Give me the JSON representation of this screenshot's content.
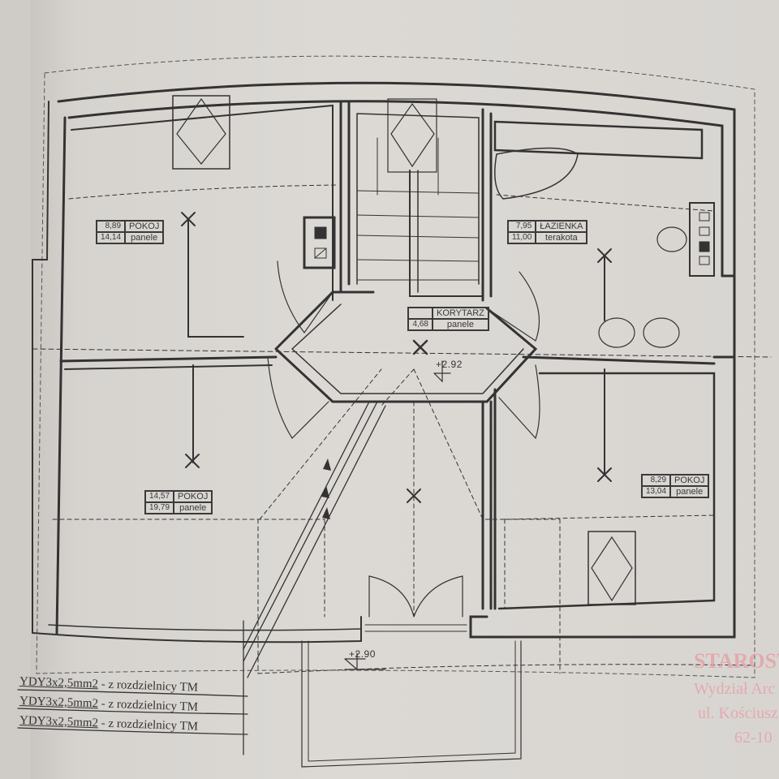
{
  "drawing": {
    "type": "floor-plan-electrical",
    "rooms": [
      {
        "id": "pokoj-top-left",
        "area": "8,89",
        "name": "POKOJ",
        "area2": "14,14",
        "floor": "panele"
      },
      {
        "id": "lazienka",
        "area": "7,95",
        "name": "ŁAZIENKA",
        "area2": "11,00",
        "floor": "terakota"
      },
      {
        "id": "korytarz",
        "area": "",
        "name": "KORYTARZ",
        "area2": "4,68",
        "floor": "panele"
      },
      {
        "id": "pokoj-bottom-left",
        "area": "14,57",
        "name": "POKOJ",
        "area2": "19,79",
        "floor": "panele"
      },
      {
        "id": "pokoj-bottom-right",
        "area": "8,29",
        "name": "POKOJ",
        "area2": "13,04",
        "floor": "panele"
      }
    ],
    "levels": [
      {
        "id": "level-corridor",
        "value": "2.92"
      },
      {
        "id": "level-entrance",
        "value": "2.90"
      }
    ],
    "cables": [
      {
        "spec": "YDY3x2,5mm2",
        "desc": " - z rozdzielnicy TM"
      },
      {
        "spec": "YDY3x2,5mm2",
        "desc": " - z rozdzielnicy TM"
      },
      {
        "spec": "YDY3x2,5mm2",
        "desc": " - z rozdzielnicy TM"
      }
    ],
    "stamp": {
      "line1": "STAROST",
      "line2": "Wydział Arc",
      "line3": "ul. Kościusz",
      "line4": "62-10"
    }
  },
  "colors": {
    "paper": "#dad7d3",
    "ink": "#333333",
    "stamp": "#e4a3a8"
  }
}
